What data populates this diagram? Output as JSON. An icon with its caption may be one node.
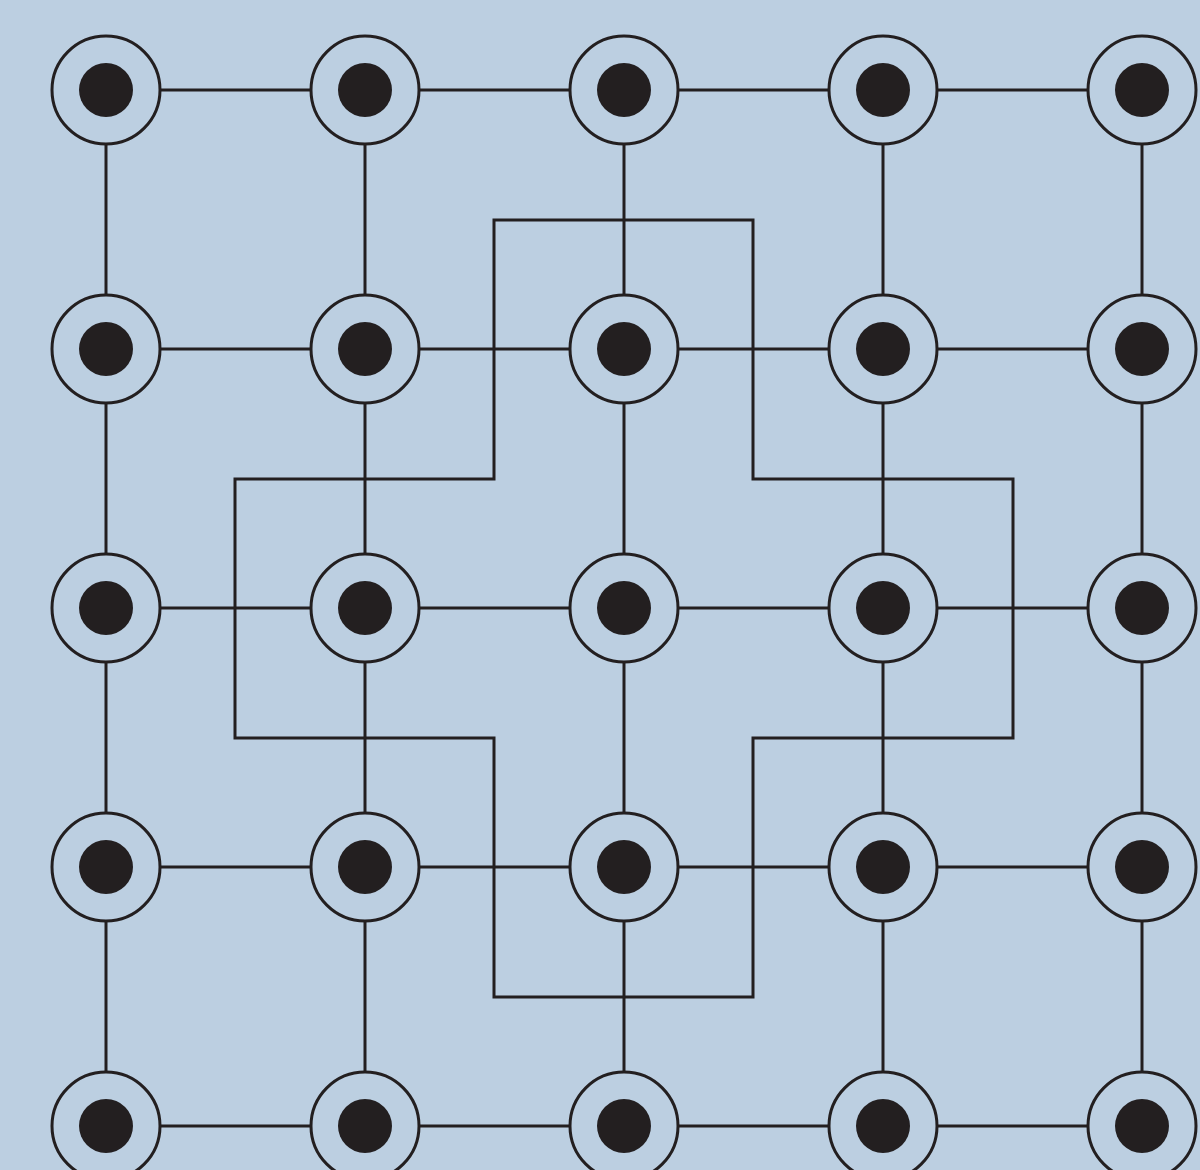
{
  "diagram": {
    "nodes": [
      {
        "text": [],
        "shape": "circle"
      },
      {
        "text": [],
        "shape": "circle"
      },
      {
        "text": [],
        "shape": "circle"
      },
      {
        "text": [],
        "shape": "circle"
      },
      {
        "text": [],
        "shape": "circle"
      },
      {
        "text": [],
        "shape": "circle"
      },
      {
        "text": [],
        "shape": "circle"
      },
      {
        "text": [],
        "shape": "circle"
      },
      {
        "text": [],
        "shape": "circle"
      },
      {
        "text": [],
        "shape": "circle"
      },
      {
        "text": [],
        "shape": "circle"
      },
      {
        "text": [],
        "shape": "circle"
      },
      {
        "text": [],
        "shape": "circle"
      },
      {
        "text": [],
        "shape": "circle"
      },
      {
        "text": [],
        "shape": "circle"
      },
      {
        "text": [],
        "shape": "circle"
      },
      {
        "text": [],
        "shape": "circle"
      },
      {
        "text": [],
        "shape": "circle"
      },
      {
        "text": [],
        "shape": "circle"
      },
      {
        "text": [],
        "shape": "circle"
      },
      {
        "text": [],
        "shape": "circle"
      },
      {
        "text": [],
        "shape": "circle"
      },
      {
        "text": [],
        "shape": "circle"
      },
      {
        "text": [],
        "shape": "circle"
      },
      {
        "text": [],
        "shape": "circle"
      }
    ],
    "edges": [
      {
        "from": 0,
        "to": 1,
        "arrow": "none"
      },
      {
        "from": 1,
        "to": 2,
        "arrow": "none"
      },
      {
        "from": 2,
        "to": 3,
        "arrow": "none"
      },
      {
        "from": 3,
        "to": 4,
        "arrow": "none"
      },
      {
        "from": 5,
        "to": 6,
        "arrow": "none"
      },
      {
        "from": 6,
        "to": 7,
        "arrow": "none"
      },
      {
        "from": 7,
        "to": 8,
        "arrow": "none"
      },
      {
        "from": 8,
        "to": 9,
        "arrow": "none"
      },
      {
        "from": 10,
        "to": 11,
        "arrow": "none"
      },
      {
        "from": 11,
        "to": 12,
        "arrow": "none"
      },
      {
        "from": 12,
        "to": 13,
        "arrow": "none"
      },
      {
        "from": 13,
        "to": 14,
        "arrow": "none"
      },
      {
        "from": 15,
        "to": 16,
        "arrow": "none"
      },
      {
        "from": 16,
        "to": 17,
        "arrow": "none"
      },
      {
        "from": 17,
        "to": 18,
        "arrow": "none"
      },
      {
        "from": 18,
        "to": 19,
        "arrow": "none"
      },
      {
        "from": 20,
        "to": 21,
        "arrow": "none"
      },
      {
        "from": 21,
        "to": 22,
        "arrow": "none"
      },
      {
        "from": 22,
        "to": 23,
        "arrow": "none"
      },
      {
        "from": 23,
        "to": 24,
        "arrow": "none"
      },
      {
        "from": 0,
        "to": 5,
        "arrow": "none"
      },
      {
        "from": 1,
        "to": 6,
        "arrow": "none"
      },
      {
        "from": 2,
        "to": 7,
        "arrow": "none"
      },
      {
        "from": 3,
        "to": 8,
        "arrow": "none"
      },
      {
        "from": 4,
        "to": 9,
        "arrow": "none"
      },
      {
        "from": 5,
        "to": 10,
        "arrow": "none"
      },
      {
        "from": 6,
        "to": 11,
        "arrow": "none"
      },
      {
        "from": 7,
        "to": 12,
        "arrow": "none"
      },
      {
        "from": 8,
        "to": 13,
        "arrow": "none"
      },
      {
        "from": 9,
        "to": 14,
        "arrow": "none"
      },
      {
        "from": 10,
        "to": 15,
        "arrow": "none"
      },
      {
        "from": 11,
        "to": 16,
        "arrow": "none"
      },
      {
        "from": 12,
        "to": 17,
        "arrow": "none"
      },
      {
        "from": 13,
        "to": 18,
        "arrow": "none"
      },
      {
        "from": 14,
        "to": 19,
        "arrow": "none"
      },
      {
        "from": 15,
        "to": 20,
        "arrow": "none"
      },
      {
        "from": 16,
        "to": 21,
        "arrow": "none"
      },
      {
        "from": 17,
        "to": 22,
        "arrow": "none"
      },
      {
        "from": 18,
        "to": 23,
        "arrow": "none"
      },
      {
        "from": 19,
        "to": 24,
        "arrow": "none"
      }
    ]
  }
}
